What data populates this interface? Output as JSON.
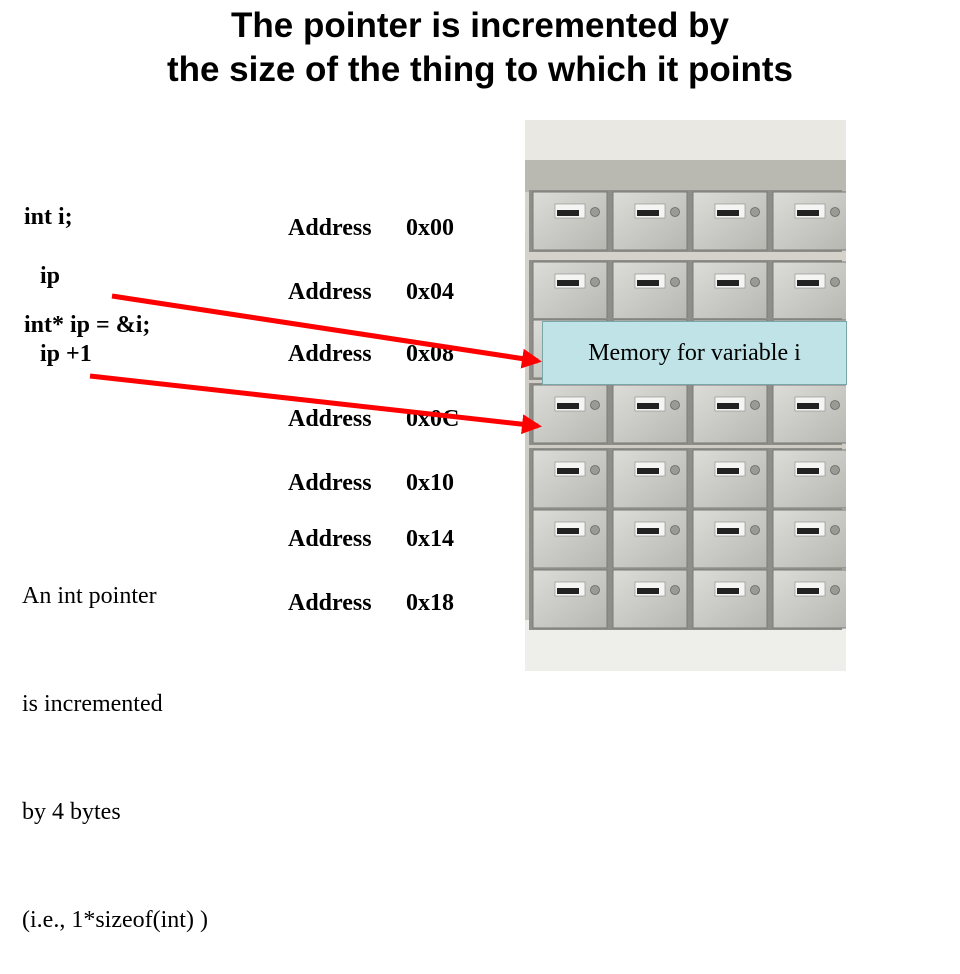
{
  "title": {
    "line1": "The pointer is incremented by",
    "line2": "the size of the thing to which it points"
  },
  "code": {
    "line1": "int i;",
    "line2": "int* ip = &i;"
  },
  "pointers": {
    "ip": "ip",
    "ip_plus_1": "ip +1"
  },
  "addresses": [
    {
      "label": "Address",
      "value": "0x00"
    },
    {
      "label": "Address",
      "value": "0x04"
    },
    {
      "label": "Address",
      "value": "0x08"
    },
    {
      "label": "Address",
      "value": "0x0C"
    },
    {
      "label": "Address",
      "value": "0x10"
    },
    {
      "label": "Address",
      "value": "0x14"
    },
    {
      "label": "Address",
      "value": "0x18"
    }
  ],
  "callout": "Memory for variable i",
  "note": {
    "line1": "An int pointer",
    "line2": "is incremented",
    "line3": "by 4 bytes",
    "line4": "(i.e., 1*sizeof(int) )"
  },
  "colors": {
    "arrow": "#ff0000",
    "callout_fill": "#bfe3e6",
    "mailbox": "#c9c9c6"
  },
  "image": "mailbox-photo"
}
